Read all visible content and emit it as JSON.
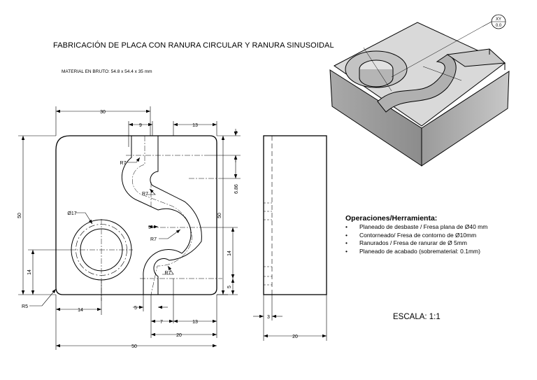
{
  "title": "FABRICACIÓN DE PLACA CON RANURA CIRCULAR Y RANURA SINUSOIDAL",
  "stock": "MATERIAL EN BRUTO: 54.8 x 54.4 x 35 mm",
  "operations": {
    "heading": "Operaciones/Herramienta:",
    "items": [
      "Planeado de desbaste /  Fresa plana de Ø40 mm",
      "Contorneado/ Fresa de contorno de Ø10mm",
      "Ranurados / Fresa de ranurar de Ø 5mm",
      "Planeado de acabado (sobrematerial: 0.1mm)"
    ]
  },
  "scale": "ESCALA: 1:1",
  "dims": {
    "d30": "30",
    "d9": "9",
    "d13a": "13",
    "d6": "6",
    "d50v": "50",
    "d686": "6.86",
    "d50r": "50",
    "d14": "14",
    "d14r": "14",
    "d5r": "5",
    "d14b": "14",
    "d5a": "5",
    "d5b": "5",
    "d7": "7",
    "d13b": "13",
    "d20": "20",
    "d50h": "50",
    "d3": "3",
    "d20s": "20",
    "r5": "R5",
    "phi17": "Ø17",
    "r7a": "R7",
    "r7b": "R7",
    "r7c": "R7",
    "r7d": "R7"
  },
  "badge": {
    "top": "XY",
    "bottom": "0.0"
  }
}
